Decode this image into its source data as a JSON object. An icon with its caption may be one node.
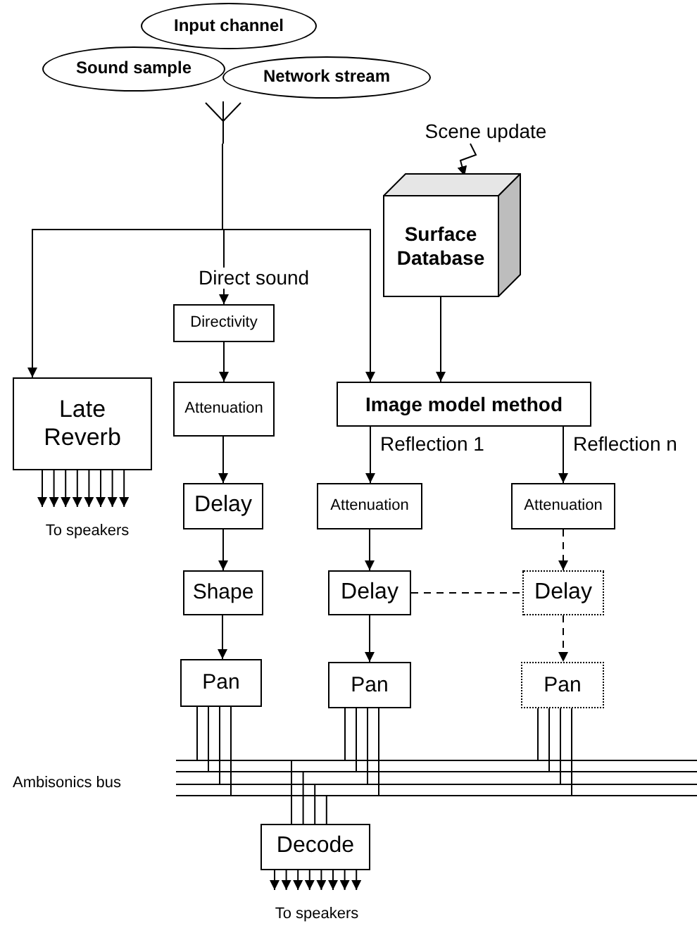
{
  "diagram": {
    "nodes": [
      {
        "text": [
          "Input channel"
        ]
      },
      {
        "text": [
          "Sound sample"
        ]
      },
      {
        "text": [
          "Network stream"
        ]
      },
      {
        "text": [],
        "shape": "antenna"
      },
      {
        "text": [
          "Scene update"
        ]
      },
      {
        "text": [
          "Surface Database"
        ]
      },
      {
        "text": [
          "Late Reverb"
        ]
      },
      {
        "text": [
          "Directivity"
        ]
      },
      {
        "text": [
          "Image model method"
        ]
      },
      {
        "text": [
          "Attenuation"
        ]
      },
      {
        "text": [
          "Attenuation"
        ]
      },
      {
        "text": [
          "Attenuation"
        ]
      },
      {
        "text": [
          "Delay"
        ]
      },
      {
        "text": [
          "Delay"
        ]
      },
      {
        "text": [
          "Delay"
        ]
      },
      {
        "text": [
          "Shape"
        ]
      },
      {
        "text": [
          "Pan"
        ]
      },
      {
        "text": [
          "Pan"
        ]
      },
      {
        "text": [
          "Pan"
        ]
      },
      {
        "text": [
          "Ambisonics bus"
        ]
      },
      {
        "text": [
          "Decode"
        ]
      },
      {
        "text": [
          "To speakers"
        ]
      },
      {
        "text": [
          "To speakers"
        ]
      }
    ],
    "edges": [
      {
        "from": 3,
        "to": 6,
        "arrow": "to"
      },
      {
        "from": 3,
        "to": 7,
        "arrow": "to",
        "label": "Direct sound"
      },
      {
        "from": 3,
        "to": 8,
        "arrow": "to"
      },
      {
        "from": 4,
        "to": 5,
        "arrow": "to"
      },
      {
        "from": 5,
        "to": 8,
        "arrow": "to"
      },
      {
        "from": 8,
        "to": 10,
        "arrow": "to",
        "label": "Reflection 1"
      },
      {
        "from": 8,
        "to": 11,
        "arrow": "to",
        "label": "Reflection n"
      },
      {
        "from": 7,
        "to": 9,
        "arrow": "to"
      },
      {
        "from": 9,
        "to": 12,
        "arrow": "to"
      },
      {
        "from": 12,
        "to": 15,
        "arrow": "to"
      },
      {
        "from": 15,
        "to": 16,
        "arrow": "to"
      },
      {
        "from": 10,
        "to": 13,
        "arrow": "to"
      },
      {
        "from": 13,
        "to": 17,
        "arrow": "to"
      },
      {
        "from": 11,
        "to": 14,
        "arrow": "to",
        "style": "dashed"
      },
      {
        "from": 14,
        "to": 18,
        "arrow": "to",
        "style": "dashed"
      },
      {
        "from": 13,
        "to": 14,
        "arrow": "none",
        "style": "dashed"
      },
      {
        "from": 6,
        "to": 21,
        "arrow": "to"
      },
      {
        "from": 6,
        "to": 21,
        "arrow": "to"
      },
      {
        "from": 6,
        "to": 21,
        "arrow": "to"
      },
      {
        "from": 6,
        "to": 21,
        "arrow": "to"
      },
      {
        "from": 6,
        "to": 21,
        "arrow": "to"
      },
      {
        "from": 6,
        "to": 21,
        "arrow": "to"
      },
      {
        "from": 6,
        "to": 21,
        "arrow": "to"
      },
      {
        "from": 6,
        "to": 21,
        "arrow": "to"
      },
      {
        "from": 16,
        "to": 19,
        "arrow": "none"
      },
      {
        "from": 16,
        "to": 19,
        "arrow": "none"
      },
      {
        "from": 16,
        "to": 19,
        "arrow": "none"
      },
      {
        "from": 16,
        "to": 19,
        "arrow": "none"
      },
      {
        "from": 17,
        "to": 19,
        "arrow": "none"
      },
      {
        "from": 17,
        "to": 19,
        "arrow": "none"
      },
      {
        "from": 17,
        "to": 19,
        "arrow": "none"
      },
      {
        "from": 17,
        "to": 19,
        "arrow": "none"
      },
      {
        "from": 18,
        "to": 19,
        "arrow": "none"
      },
      {
        "from": 18,
        "to": 19,
        "arrow": "none"
      },
      {
        "from": 18,
        "to": 19,
        "arrow": "none"
      },
      {
        "from": 18,
        "to": 19,
        "arrow": "none"
      },
      {
        "from": 19,
        "to": 20,
        "arrow": "none"
      },
      {
        "from": 19,
        "to": 20,
        "arrow": "none"
      },
      {
        "from": 19,
        "to": 20,
        "arrow": "none"
      },
      {
        "from": 19,
        "to": 20,
        "arrow": "none"
      },
      {
        "from": 20,
        "to": 22,
        "arrow": "to"
      },
      {
        "from": 20,
        "to": 22,
        "arrow": "to"
      },
      {
        "from": 20,
        "to": 22,
        "arrow": "to"
      },
      {
        "from": 20,
        "to": 22,
        "arrow": "to"
      },
      {
        "from": 20,
        "to": 22,
        "arrow": "to"
      },
      {
        "from": 20,
        "to": 22,
        "arrow": "to"
      },
      {
        "from": 20,
        "to": 22,
        "arrow": "to"
      },
      {
        "from": 20,
        "to": 22,
        "arrow": "to"
      }
    ]
  }
}
